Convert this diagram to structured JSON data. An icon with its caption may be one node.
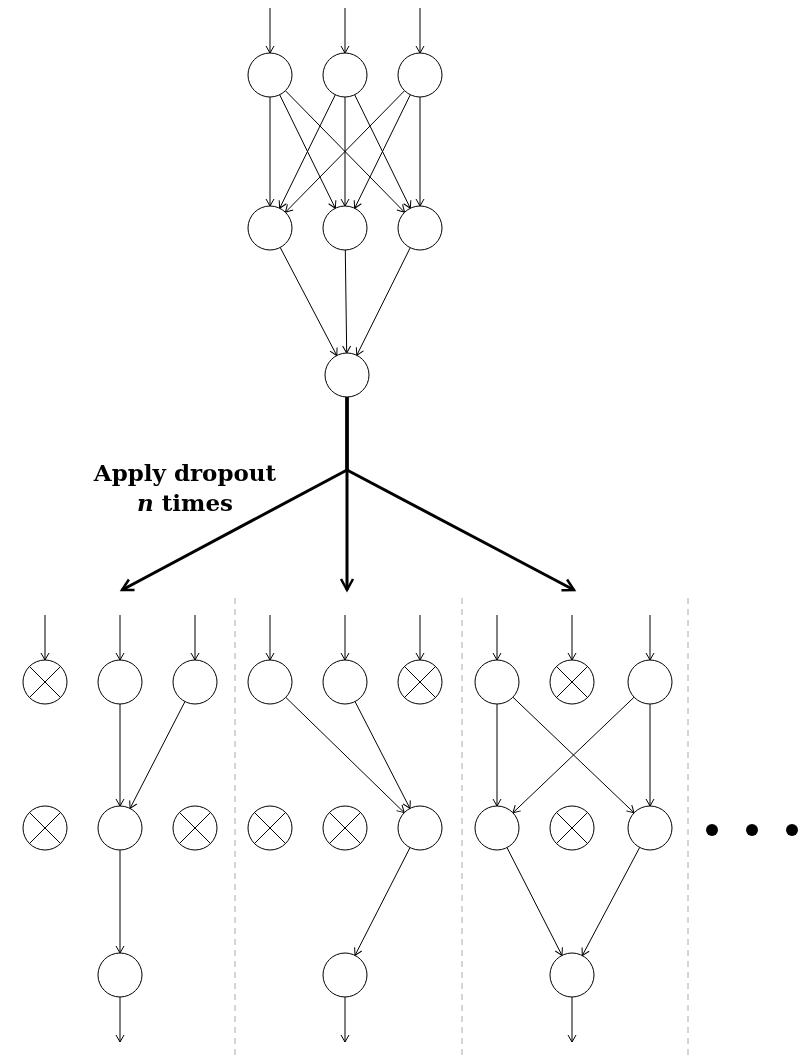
{
  "diagram": {
    "nodes": [
      {
        "text": [],
        "shape": "circle"
      },
      {
        "text": [],
        "shape": "circle"
      },
      {
        "text": [],
        "shape": "circle"
      },
      {
        "text": [],
        "shape": "circle"
      },
      {
        "text": [],
        "shape": "circle"
      },
      {
        "text": [],
        "shape": "circle"
      },
      {
        "text": [],
        "shape": "circle"
      },
      {
        "text": [],
        "shape": "cross"
      },
      {
        "text": [],
        "shape": "circle"
      },
      {
        "text": [],
        "shape": "circle"
      },
      {
        "text": [],
        "shape": "circle"
      },
      {
        "text": [],
        "shape": "circle"
      },
      {
        "text": [],
        "shape": "cross"
      },
      {
        "text": [],
        "shape": "circle"
      },
      {
        "text": [],
        "shape": "cross"
      },
      {
        "text": [],
        "shape": "circle"
      },
      {
        "text": [],
        "shape": "cross"
      },
      {
        "text": [],
        "shape": "circle"
      },
      {
        "text": [],
        "shape": "cross"
      },
      {
        "text": [],
        "shape": "cross"
      },
      {
        "text": [],
        "shape": "cross"
      },
      {
        "text": [],
        "shape": "circle"
      },
      {
        "text": [],
        "shape": "circle"
      },
      {
        "text": [],
        "shape": "cross"
      },
      {
        "text": [],
        "shape": "circle"
      },
      {
        "text": [],
        "shape": "circle"
      },
      {
        "text": [],
        "shape": "circle"
      },
      {
        "text": [],
        "shape": "circle"
      }
    ],
    "edges": [
      {
        "from": null,
        "to": 0,
        "arrow": "to"
      },
      {
        "from": null,
        "to": 1,
        "arrow": "to"
      },
      {
        "from": null,
        "to": 2,
        "arrow": "to"
      },
      {
        "from": 0,
        "to": 3,
        "arrow": "to"
      },
      {
        "from": 0,
        "to": 4,
        "arrow": "to"
      },
      {
        "from": 0,
        "to": 5,
        "arrow": "to"
      },
      {
        "from": 1,
        "to": 3,
        "arrow": "to"
      },
      {
        "from": 1,
        "to": 4,
        "arrow": "to"
      },
      {
        "from": 1,
        "to": 5,
        "arrow": "to"
      },
      {
        "from": 2,
        "to": 3,
        "arrow": "to"
      },
      {
        "from": 2,
        "to": 4,
        "arrow": "to"
      },
      {
        "from": 2,
        "to": 5,
        "arrow": "to"
      },
      {
        "from": 3,
        "to": 6,
        "arrow": "to"
      },
      {
        "from": 4,
        "to": 6,
        "arrow": "to"
      },
      {
        "from": 5,
        "to": 6,
        "arrow": "to"
      },
      {
        "from": 6,
        "to": null,
        "arrow": "to",
        "style": "thick"
      },
      {
        "from": 6,
        "to": null,
        "arrow": "to",
        "style": "thick"
      },
      {
        "from": 6,
        "to": null,
        "arrow": "to",
        "style": "thick"
      },
      {
        "from": null,
        "to": 7,
        "arrow": "to"
      },
      {
        "from": null,
        "to": 8,
        "arrow": "to"
      },
      {
        "from": null,
        "to": 9,
        "arrow": "to"
      },
      {
        "from": 8,
        "to": 17,
        "arrow": "to"
      },
      {
        "from": 9,
        "to": 17,
        "arrow": "to"
      },
      {
        "from": 17,
        "to": 25,
        "arrow": "to"
      },
      {
        "from": 25,
        "to": null,
        "arrow": "to"
      },
      {
        "from": null,
        "to": 10,
        "arrow": "to"
      },
      {
        "from": null,
        "to": 11,
        "arrow": "to"
      },
      {
        "from": null,
        "to": 12,
        "arrow": "to"
      },
      {
        "from": 10,
        "to": 21,
        "arrow": "to"
      },
      {
        "from": 11,
        "to": 21,
        "arrow": "to"
      },
      {
        "from": 21,
        "to": 26,
        "arrow": "to"
      },
      {
        "from": 26,
        "to": null,
        "arrow": "to"
      },
      {
        "from": null,
        "to": 13,
        "arrow": "to"
      },
      {
        "from": null,
        "to": 14,
        "arrow": "to"
      },
      {
        "from": null,
        "to": 15,
        "arrow": "to"
      },
      {
        "from": 13,
        "to": 22,
        "arrow": "to"
      },
      {
        "from": 13,
        "to": 24,
        "arrow": "to"
      },
      {
        "from": 15,
        "to": 22,
        "arrow": "to"
      },
      {
        "from": 15,
        "to": 24,
        "arrow": "to"
      },
      {
        "from": 22,
        "to": 27,
        "arrow": "to"
      },
      {
        "from": 24,
        "to": 27,
        "arrow": "to"
      },
      {
        "from": 27,
        "to": null,
        "arrow": "to"
      }
    ],
    "labels": [
      "Apply dropout *n* times"
    ]
  }
}
